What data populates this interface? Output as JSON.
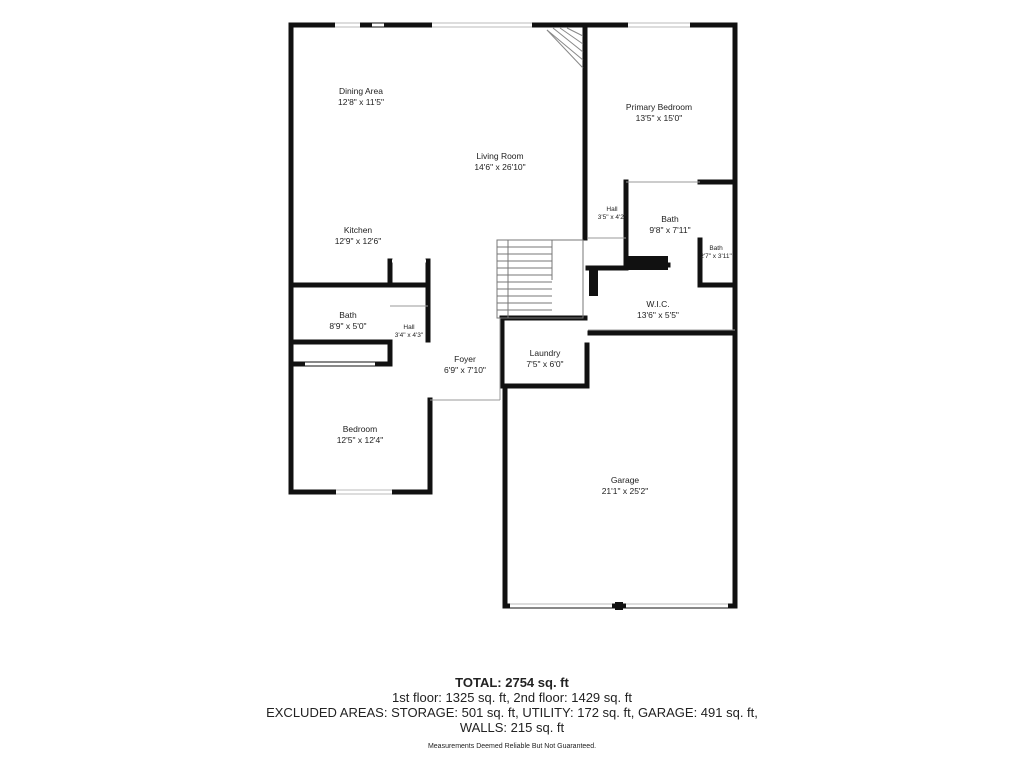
{
  "rooms": {
    "dining": {
      "name": "Dining Area",
      "dim": "12'8\" x 11'5\""
    },
    "living": {
      "name": "Living Room",
      "dim": "14'6\" x 26'10\""
    },
    "kitchen": {
      "name": "Kitchen",
      "dim": "12'9\" x 12'6\""
    },
    "bath_left": {
      "name": "Bath",
      "dim": "8'9\" x 5'0\""
    },
    "hall_left": {
      "name": "Hall",
      "dim": "3'4\" x 4'3\""
    },
    "bedroom": {
      "name": "Bedroom",
      "dim": "12'5\" x 12'4\""
    },
    "foyer": {
      "name": "Foyer",
      "dim": "6'9\" x 7'10\""
    },
    "laundry": {
      "name": "Laundry",
      "dim": "7'5\" x 6'0\""
    },
    "primary": {
      "name": "Primary Bedroom",
      "dim": "13'5\" x 15'0\""
    },
    "hall_right": {
      "name": "Hall",
      "dim": "3'5\" x 4'2\""
    },
    "bath_master": {
      "name": "Bath",
      "dim": "9'8\" x 7'11\""
    },
    "bath_small": {
      "name": "Bath",
      "dim": "2'7\" x 3'11\""
    },
    "wic": {
      "name": "W.I.C.",
      "dim": "13'6\" x 5'5\""
    },
    "garage": {
      "name": "Garage",
      "dim": "21'1\" x 25'2\""
    }
  },
  "summary": {
    "total": "TOTAL: 2754 sq. ft",
    "floors": "1st floor: 1325 sq. ft, 2nd floor: 1429 sq. ft",
    "excluded": "EXCLUDED AREAS: STORAGE: 501 sq. ft, UTILITY: 172 sq. ft, GARAGE: 491 sq. ft,",
    "walls": "WALLS: 215 sq. ft",
    "disclaimer": "Measurements Deemed Reliable But Not Guaranteed."
  },
  "colors": {
    "wall": "#111111",
    "window": "#bbbbbb",
    "text": "#222222"
  }
}
